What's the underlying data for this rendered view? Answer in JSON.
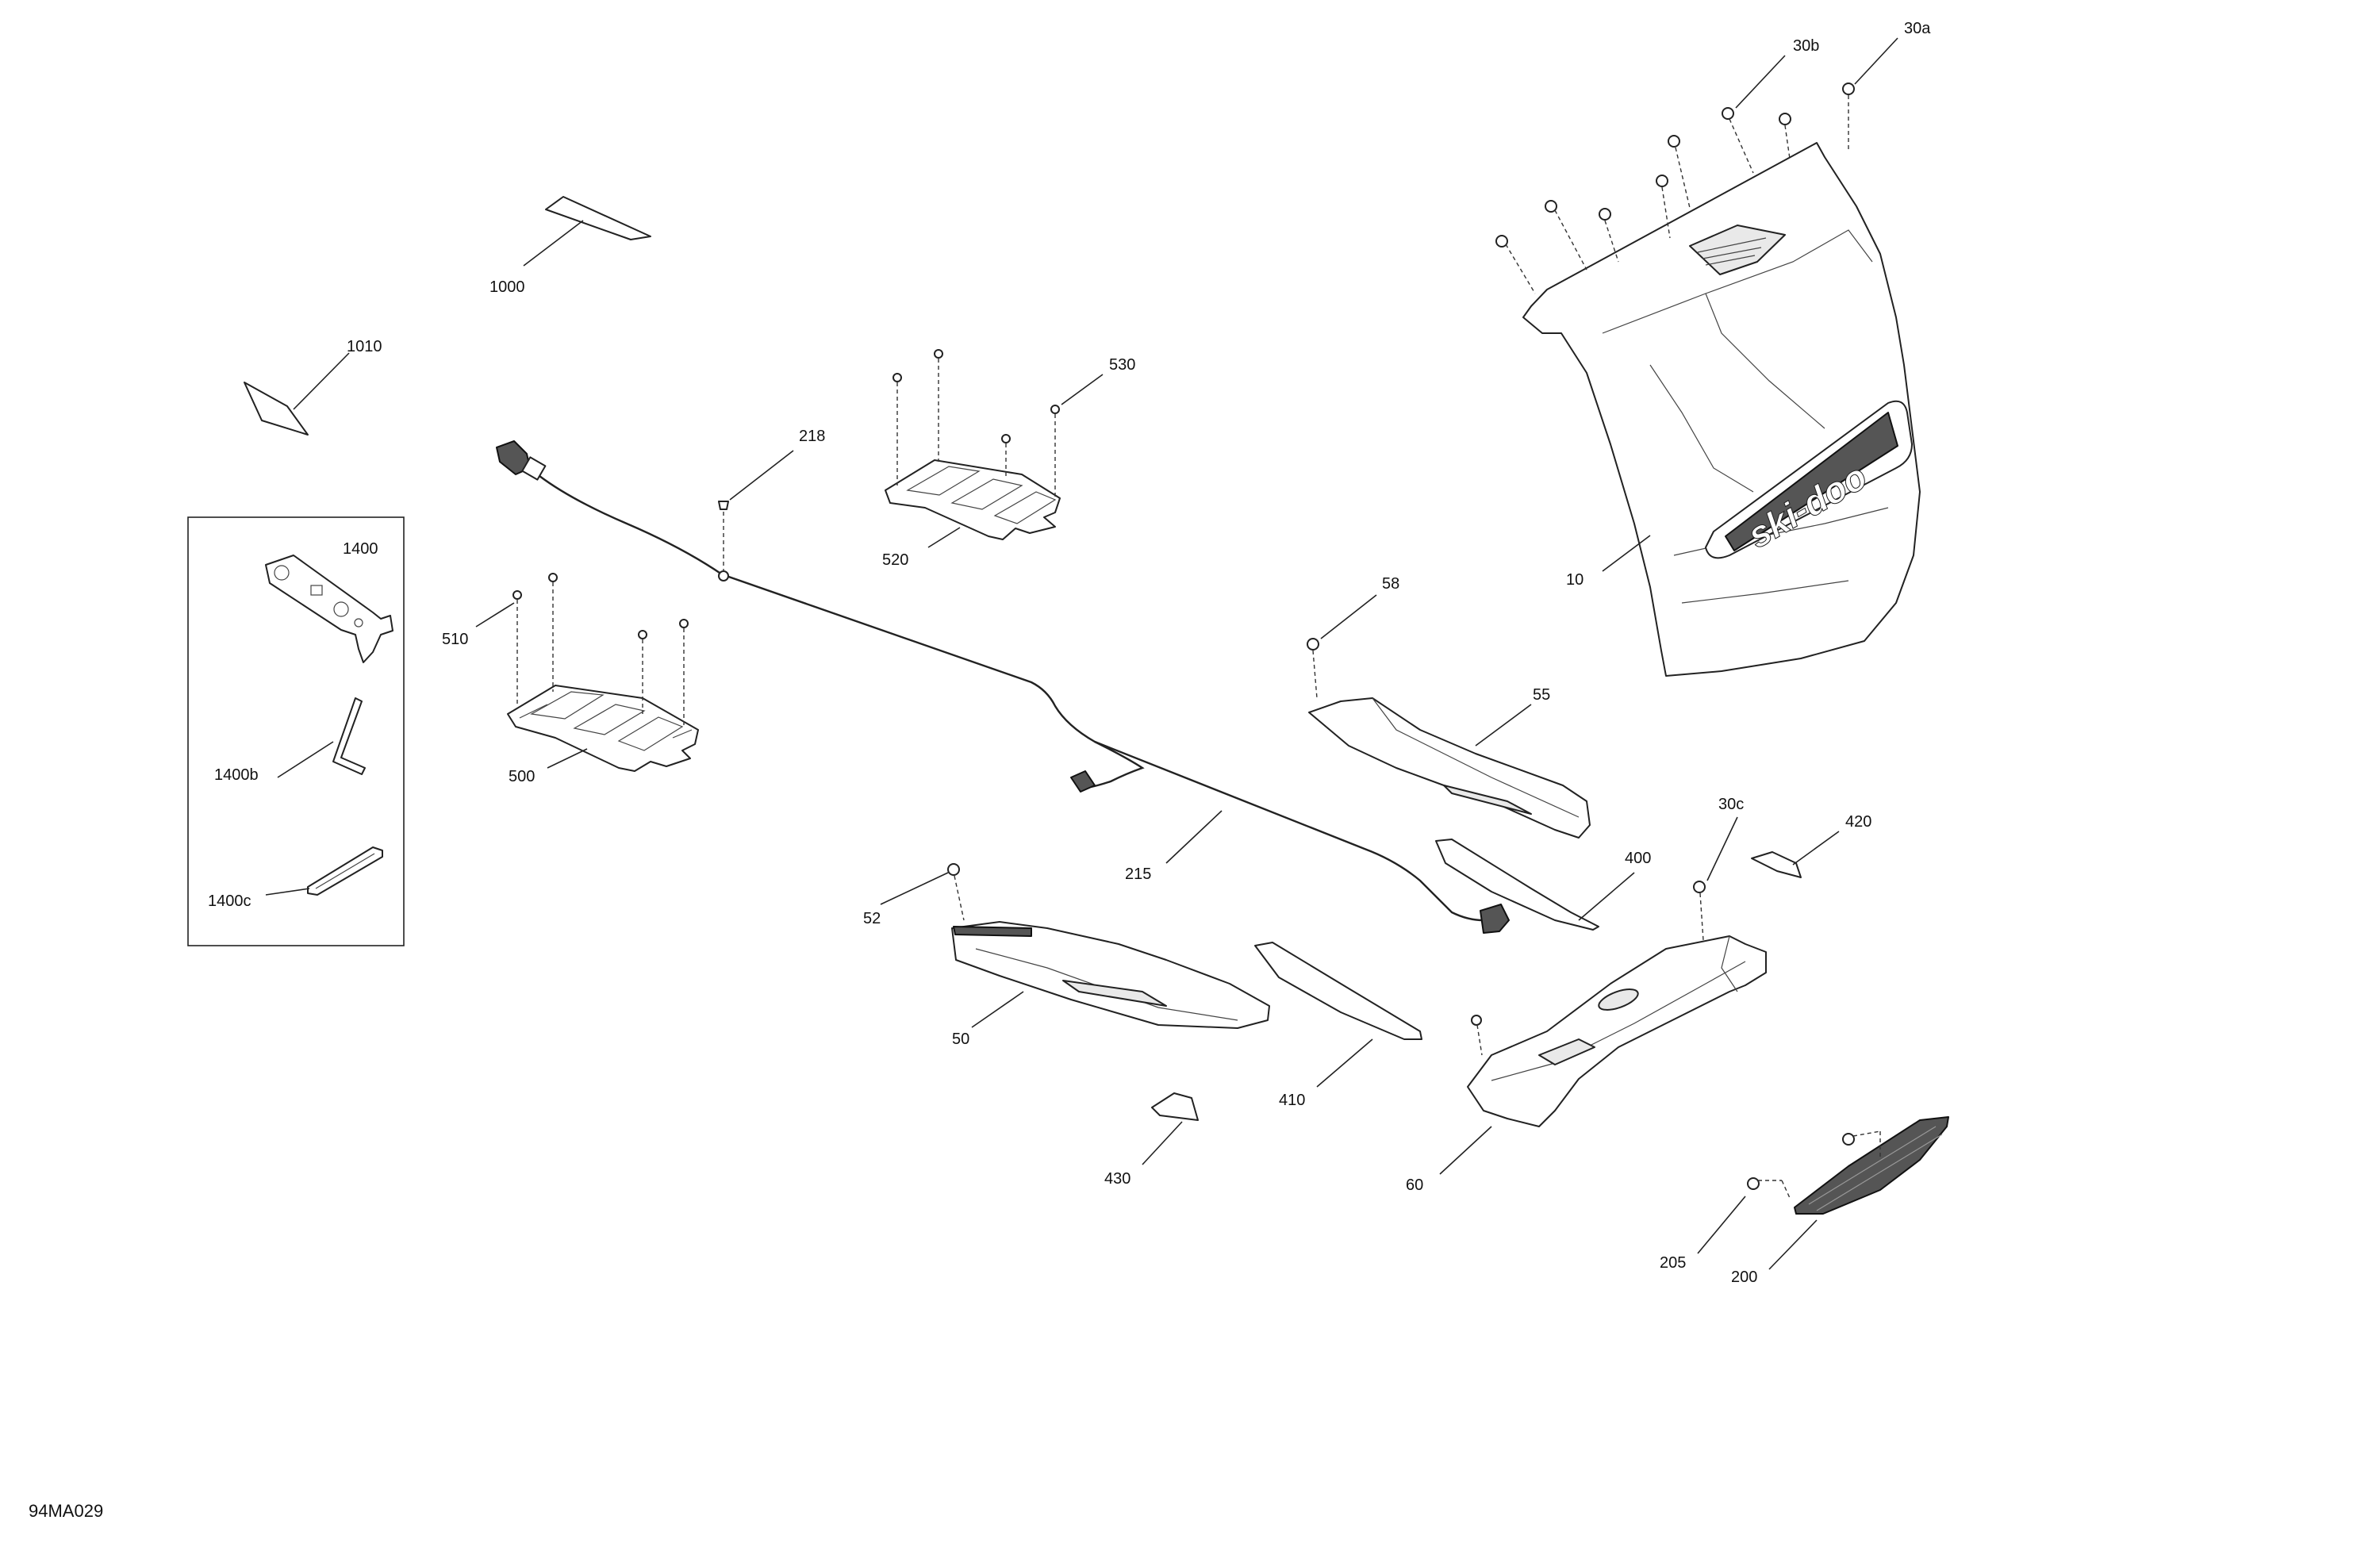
{
  "drawing_code": "94MA029",
  "brand_logo": "ski-doo",
  "callouts": {
    "c10": "10",
    "c30a": "30a",
    "c30b": "30b",
    "c30c": "30c",
    "c50": "50",
    "c52": "52",
    "c55": "55",
    "c58": "58",
    "c60": "60",
    "c200": "200",
    "c205": "205",
    "c215": "215",
    "c218": "218",
    "c400": "400",
    "c410": "410",
    "c420": "420",
    "c430": "430",
    "c500": "500",
    "c510": "510",
    "c520": "520",
    "c530": "530",
    "c1000": "1000",
    "c1010": "1010",
    "c1400": "1400",
    "c1400b": "1400b",
    "c1400c": "1400c"
  }
}
